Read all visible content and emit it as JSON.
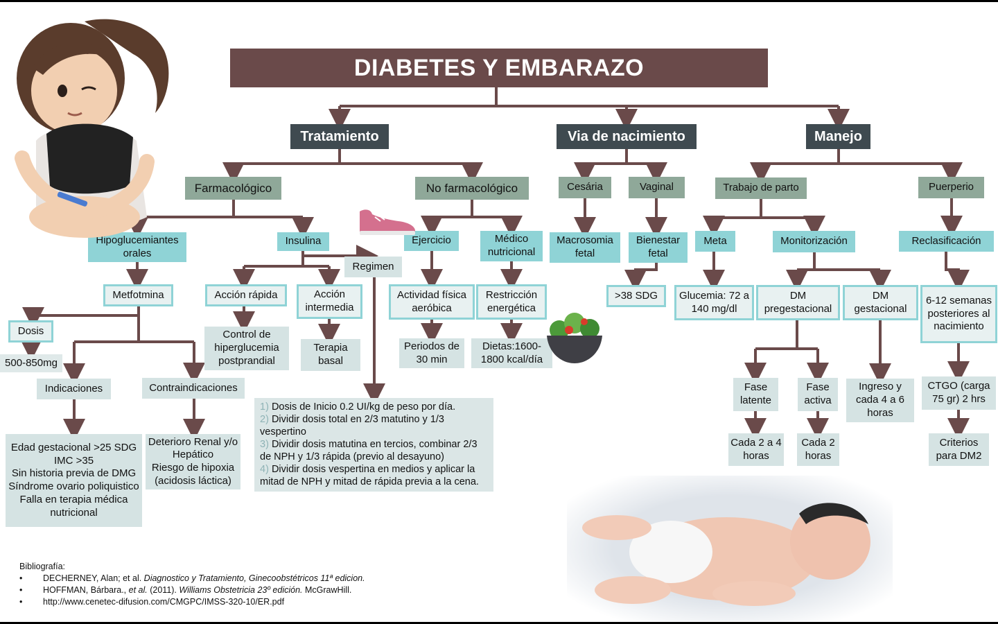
{
  "title": "DIABETES Y EMBARAZO",
  "branches": {
    "tratamiento": "Tratamiento",
    "via": "Via de nacimiento",
    "manejo": "Manejo"
  },
  "tratamiento": {
    "farmacologico": "Farmacológico",
    "no_farmacologico": "No farmacológico",
    "hipoglucemiantes": "Hipoglucemiantes orales",
    "insulina": "Insulina",
    "regimen": "Regimen",
    "metformina": "Metfotmina",
    "dosis": "Dosis",
    "dosis_valor": "500-850mg",
    "indicaciones": "Indicaciones",
    "contraindicaciones": "Contraindicaciones",
    "indicaciones_lista": [
      "Edad gestacional >25 SDG",
      "IMC >35",
      "Sin historia previa de DMG",
      "Síndrome ovario poliquistico",
      "Falla en terapia médica nutricional"
    ],
    "contraindicaciones_lista": [
      "Deterioro Renal y/o Hepático",
      "Riesgo de hipoxia (acidosis láctica)"
    ],
    "accion_rapida": "Acción rápida",
    "accion_intermedia": "Acción intermedia",
    "control": "Control de hiperglucemia postprandial",
    "terapia_basal": "Terapia basal",
    "ejercicio": "Ejercicio",
    "medico_nutricional": "Médico nutricional",
    "actividad": "Actividad física aeróbica",
    "restriccion": "Restricción energética",
    "periodos": "Periodos de 30 min",
    "dietas": "Dietas:1600-1800 kcal/día",
    "regimen_pasos": [
      {
        "num": "1)",
        "text": "Dosis de Inicio 0.2 UI/kg de peso por día."
      },
      {
        "num": "2)",
        "text": "Dividir dosis total en 2/3 matutino y 1/3 vespertino"
      },
      {
        "num": "3)",
        "text": "Dividir dosis matutina en tercios, combinar 2/3 de NPH y 1/3 rápida (previo al desayuno)"
      },
      {
        "num": "4)",
        "text": "Dividir dosis vespertina en medios y aplicar la mitad de NPH y mitad de rápida previa a la cena."
      }
    ]
  },
  "via": {
    "cesarea": "Cesária",
    "vaginal": "Vaginal",
    "macrosomia": "Macrosomia fetal",
    "bienestar": "Bienestar fetal",
    "sdg": ">38 SDG"
  },
  "manejo": {
    "trabajo": "Trabajo de parto",
    "puerperio": "Puerperio",
    "meta": "Meta",
    "monitorizacion": "Monitorización",
    "reclasificacion": "Reclasificación",
    "glucemia": "Glucemia: 72 a 140 mg/dl",
    "dm_pregestacional": "DM pregestacional",
    "dm_gestacional": "DM gestacional",
    "semanas": "6-12 semanas posteriores al nacimiento",
    "fase_latente": "Fase latente",
    "fase_activa": "Fase activa",
    "ingreso": "Ingreso y cada 4 a 6 horas",
    "ctgo": "CTGO (carga 75 gr) 2 hrs",
    "cada_2a4": "Cada 2 a 4 horas",
    "cada_2": "Cada 2 horas",
    "criterios": "Criterios para DM2"
  },
  "bibliografia": {
    "heading": "Bibliografía:",
    "items": [
      {
        "pre": "DECHERNEY, Alan; et al. ",
        "ital": "Diagnostico y Tratamiento, Ginecoobstétricos 11ª edicion.",
        "post": ""
      },
      {
        "pre": "HOFFMAN, Bárbara., ",
        "ital": "et al.",
        "post": " (2011). ",
        "ital2": "Williams Obstetricia 23º edición.",
        "post2": " McGrawHill."
      },
      {
        "pre": "http://www.cenetec-difusion.com/CMGPC/IMSS-320-10/ER.pdf",
        "ital": "",
        "post": ""
      }
    ]
  },
  "colors": {
    "title": "#6a4a4a",
    "branch": "#3f4a50",
    "sage": "#8fa899",
    "teal": "#8fd3d6",
    "light": "#d5e3e3",
    "connector": "#6a4a4a"
  }
}
